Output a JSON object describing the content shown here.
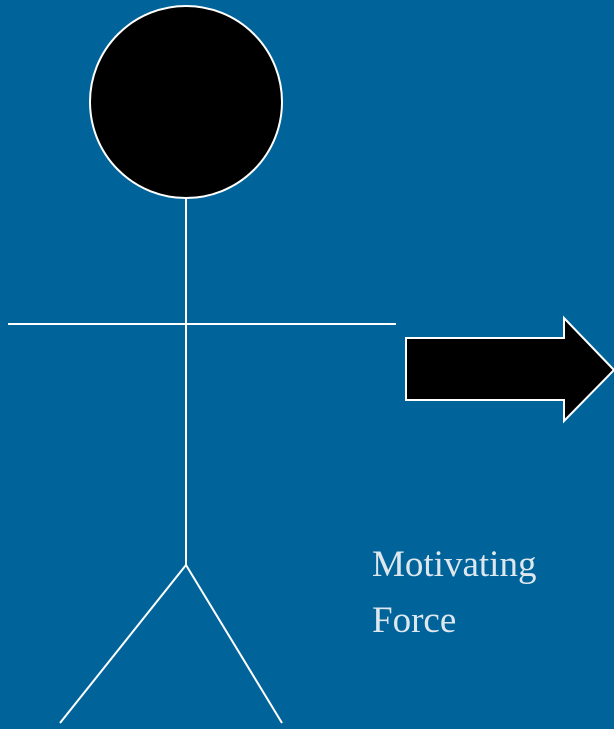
{
  "colors": {
    "background": "#00649a",
    "stroke": "#ffffff",
    "fill": "#000000",
    "text": "#dfe7ee"
  },
  "figure": {
    "icon": "stick-figure-icon",
    "head_icon": "head-circle-icon"
  },
  "arrow": {
    "icon": "right-arrow-icon",
    "direction": "right"
  },
  "caption": {
    "line1": "Motivating",
    "line2": "Force"
  }
}
